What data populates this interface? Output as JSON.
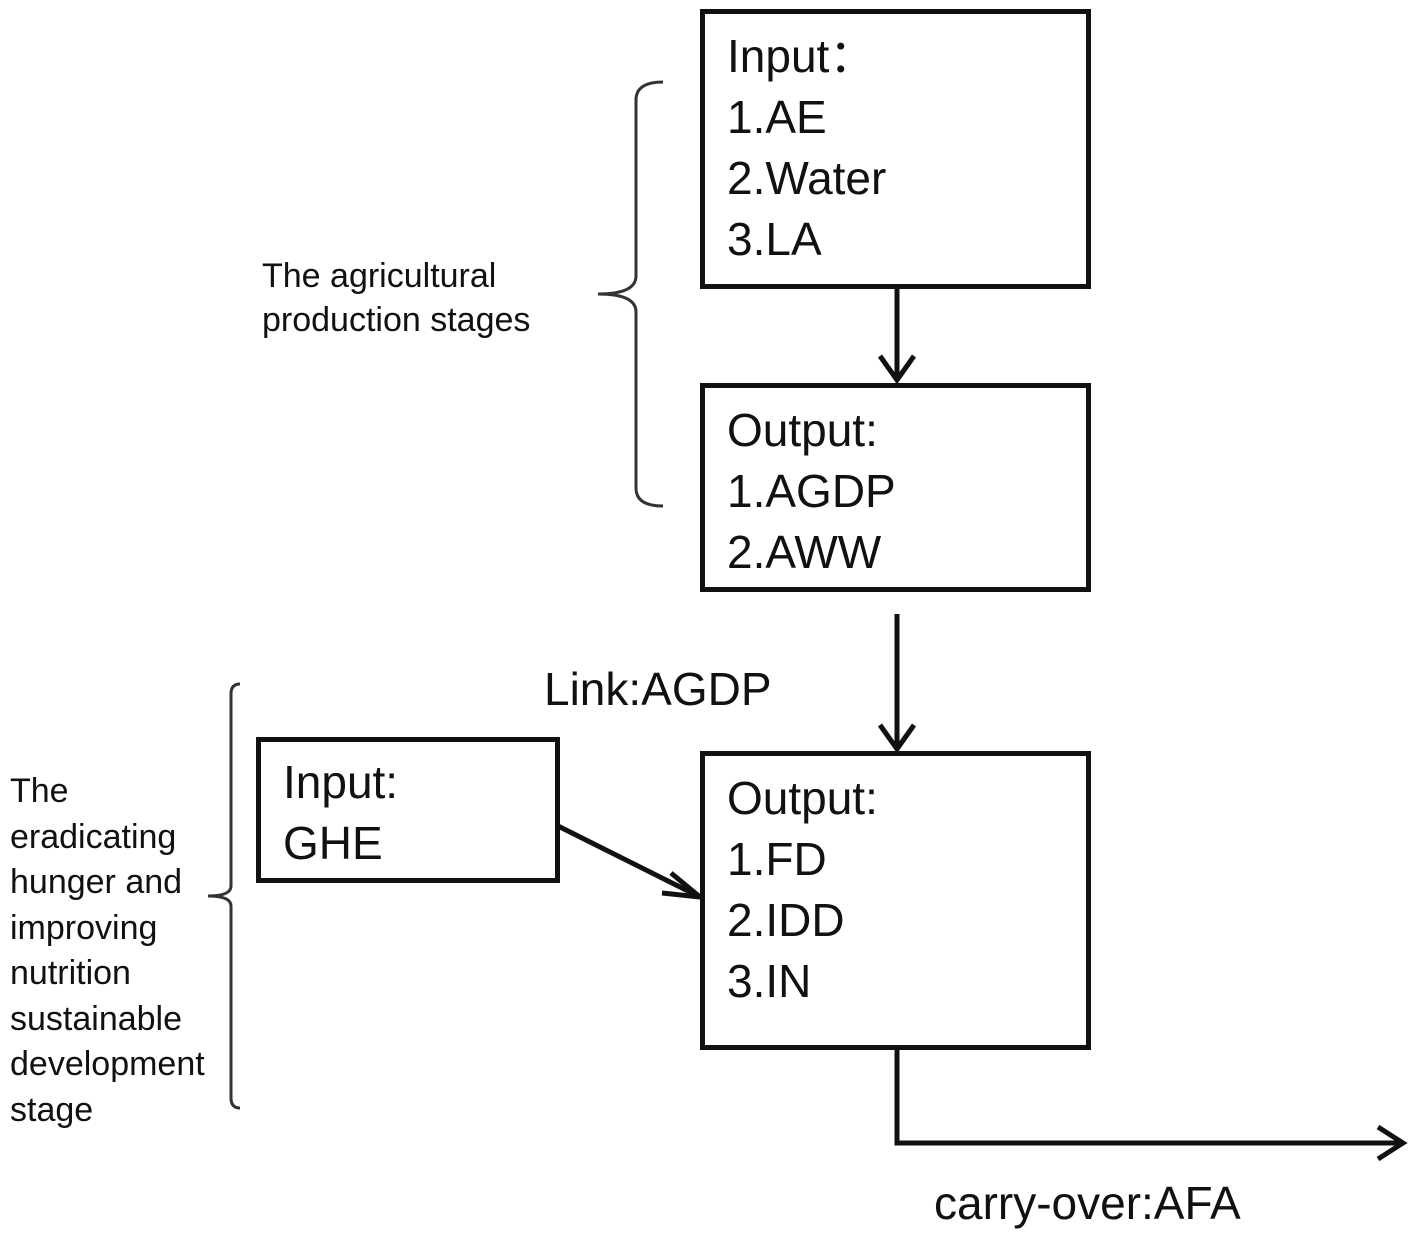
{
  "stage1": {
    "label_lines": [
      "The agricultural",
      "production stages"
    ],
    "input_box": {
      "title": "Input：",
      "items": [
        "1.AE",
        "2.Water",
        "3.LA"
      ]
    },
    "output_box": {
      "title": "Output:",
      "items": [
        "1.AGDP",
        "2.AWW"
      ]
    }
  },
  "link_label": "Link:AGDP",
  "stage2": {
    "label_lines": [
      "The",
      "eradicating",
      "hunger and",
      "improving",
      "nutrition",
      "sustainable",
      "development",
      "stage"
    ],
    "input_box": {
      "title": "Input:",
      "items": [
        "GHE"
      ]
    },
    "output_box": {
      "title": "Output:",
      "items": [
        "1.FD",
        "2.IDD",
        "3.IN"
      ]
    }
  },
  "carry_over_label": "carry-over:AFA"
}
